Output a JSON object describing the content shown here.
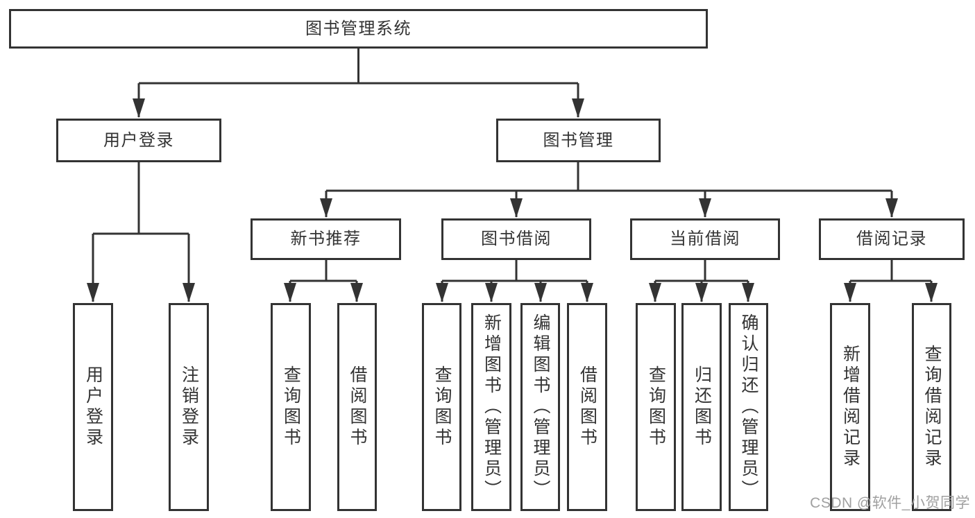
{
  "nodes": {
    "root": "图书管理系统",
    "level2": {
      "user_login": "用户登录",
      "book_mgmt": "图书管理"
    },
    "level3": {
      "new_books": "新书推荐",
      "book_borrow": "图书借阅",
      "current_borrow": "当前借阅",
      "borrow_records": "借阅记录"
    },
    "leaves": {
      "user_login": [
        "用户登录",
        "注销登录"
      ],
      "new_books": [
        "查询图书",
        "借阅图书"
      ],
      "book_borrow": [
        "查询图书",
        "新增图书（管理员）",
        "编辑图书（管理员）",
        "借阅图书"
      ],
      "current_borrow": [
        "查询图书",
        "归还图书",
        "确认归还（管理员）"
      ],
      "borrow_records": [
        "新增借阅记录",
        "查询借阅记录"
      ]
    }
  },
  "watermark": "CSDN @软件_小贺同学",
  "colors": {
    "line": "#333333",
    "text": "#333333",
    "watermark": "#a0a0a0",
    "bg": "#ffffff"
  }
}
